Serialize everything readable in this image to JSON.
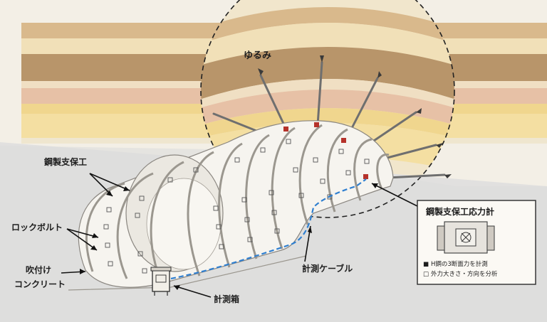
{
  "labels": {
    "loosening": "ゆるみ",
    "steel_support": "鋼製支保工",
    "rock_bolt": "ロックボルト",
    "shotcrete_line1": "吹付け",
    "shotcrete_line2": "コンクリート",
    "measurement_cable": "計測ケーブル",
    "measurement_box": "計測箱"
  },
  "inset": {
    "title": "鋼製支保工応力計",
    "legend": [
      {
        "marker": "■",
        "text": "H鋼の3断面力を計測"
      },
      {
        "marker": "□",
        "text": "外力大きさ・方向を分析"
      }
    ]
  },
  "colors": {
    "background": "#f3efe6",
    "strata_dark": "#b8956a",
    "strata_light": "#ecd9ae",
    "strata_pink": "#e7c1a6",
    "strata_yellow": "#f0d68e",
    "tunnel_shell": "#f6f4ef",
    "cable": "#2f7fd0",
    "sensor": "#b5322a",
    "ground": "#e1e0df"
  }
}
